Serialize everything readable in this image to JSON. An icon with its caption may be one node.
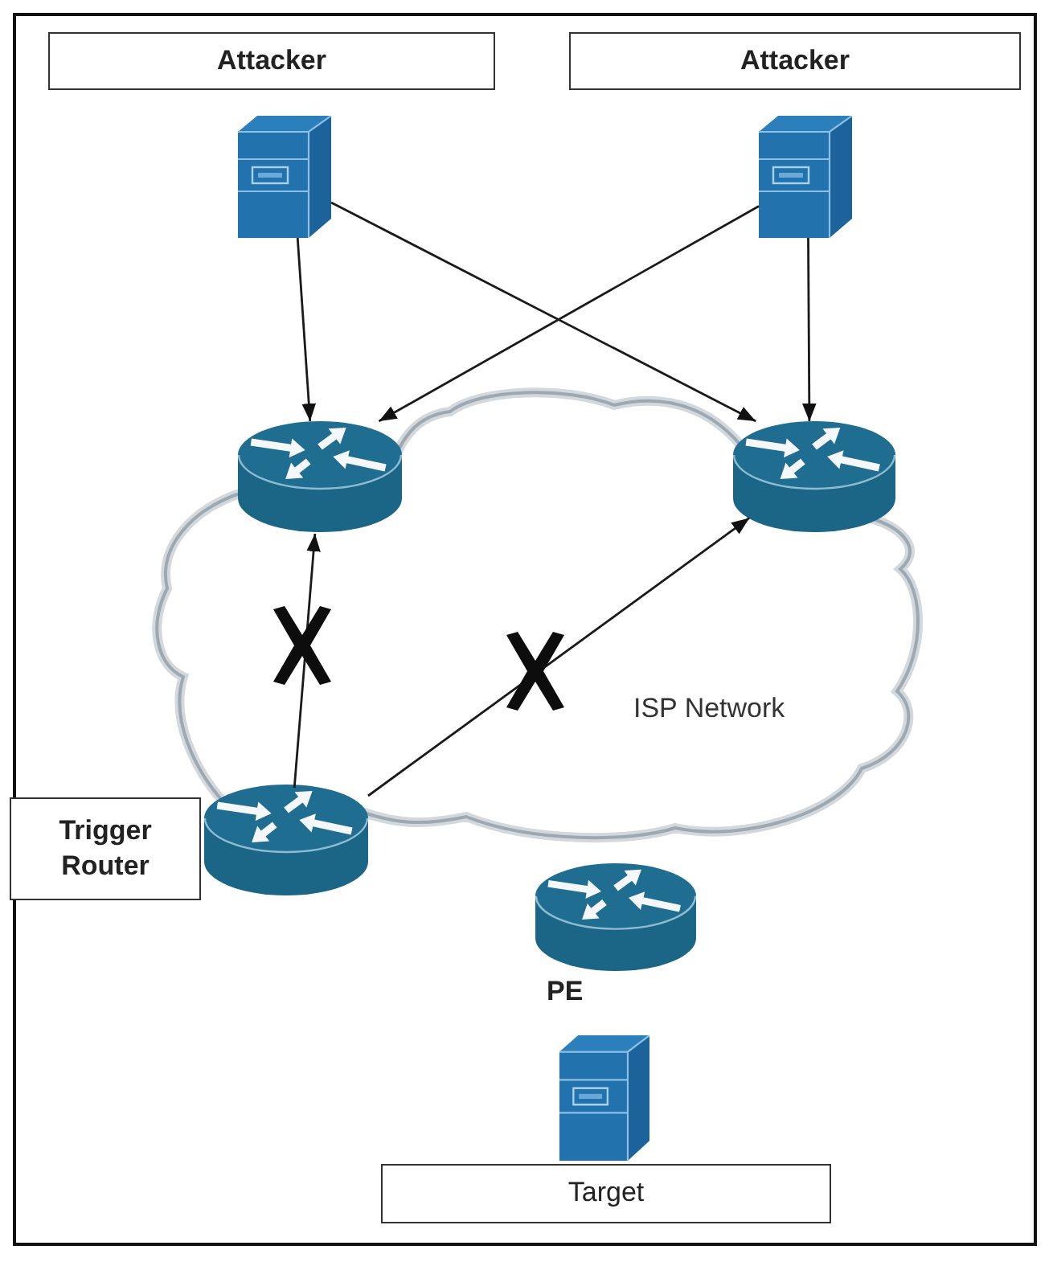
{
  "diagram": {
    "nodes": [
      {
        "text": [
          "Attacker"
        ]
      },
      {
        "text": [
          "Attacker"
        ]
      },
      {
        "text": [],
        "shape": "picture"
      },
      {
        "text": [],
        "shape": "picture"
      },
      {
        "text": [
          "ISP Network"
        ]
      },
      {
        "text": [],
        "shape": "picture",
        "in": 4
      },
      {
        "text": [],
        "shape": "picture",
        "in": 4
      },
      {
        "text": [],
        "shape": "picture"
      },
      {
        "text": [
          "Trigger Router"
        ]
      },
      {
        "text": [],
        "shape": "picture",
        "beside": [
          "PE"
        ]
      },
      {
        "text": [],
        "shape": "picture"
      },
      {
        "text": [
          "Target"
        ]
      }
    ],
    "edges": [
      {
        "from": 2,
        "to": 5,
        "arrow": "to"
      },
      {
        "from": 2,
        "to": 6,
        "arrow": "to"
      },
      {
        "from": 3,
        "to": 5,
        "arrow": "to"
      },
      {
        "from": 3,
        "to": 6,
        "arrow": "to"
      },
      {
        "from": 7,
        "to": 5,
        "arrow": "to"
      },
      {
        "from": 7,
        "to": 6,
        "arrow": "to"
      }
    ]
  }
}
